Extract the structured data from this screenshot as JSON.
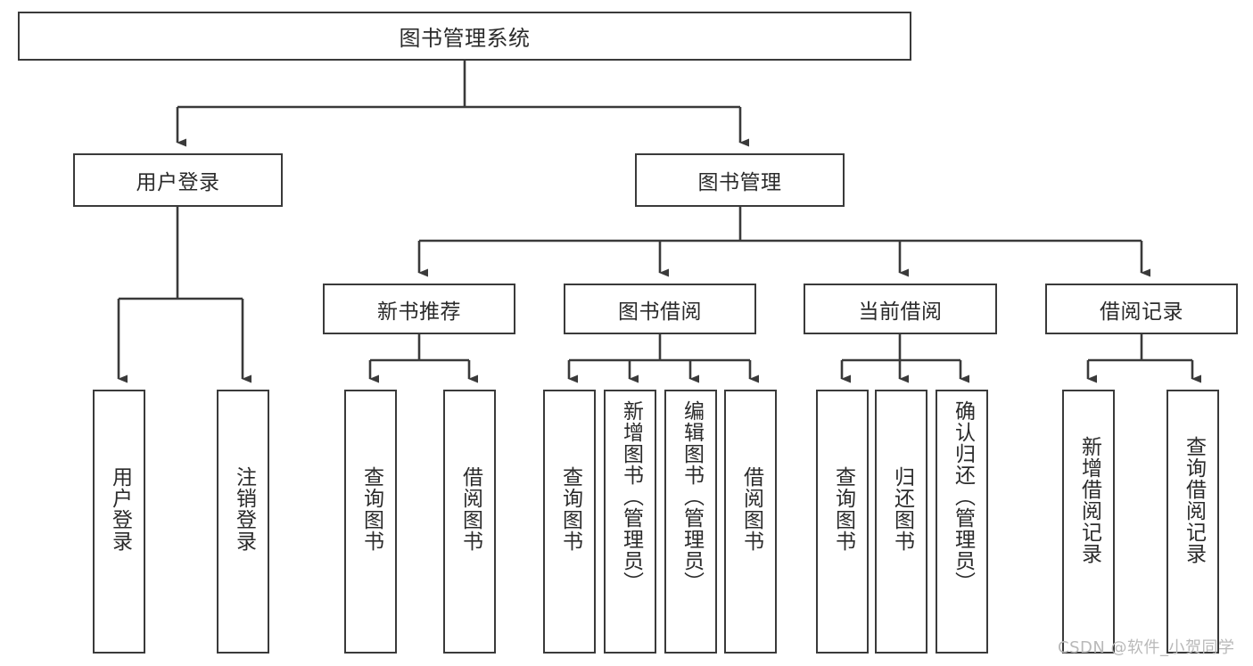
{
  "diagram": {
    "type": "tree-hierarchy-diagram",
    "title": "图书管理系统",
    "orientation": "top-down",
    "colors": {
      "box_border": "#3a3a3a",
      "box_fill": "#ffffff",
      "connector": "#3a3a3a",
      "text": "#2b2b2b",
      "watermark": "#b9b9b9",
      "background": "#ffffff"
    },
    "root": {
      "label": "图书管理系统"
    },
    "level2": [
      {
        "id": "user-login",
        "label": "用户登录"
      },
      {
        "id": "book-management",
        "label": "图书管理"
      }
    ],
    "level3": [
      {
        "id": "new-book-recommend",
        "label": "新书推荐"
      },
      {
        "id": "book-borrow",
        "label": "图书借阅"
      },
      {
        "id": "current-borrow",
        "label": "当前借阅"
      },
      {
        "id": "borrow-record",
        "label": "借阅记录"
      }
    ],
    "leaves": {
      "user_login": [
        {
          "id": "leaf-user-login",
          "label": "用户登录"
        },
        {
          "id": "leaf-logout-login",
          "label": "注销登录"
        }
      ],
      "new_book_recommend": [
        {
          "id": "leaf-query-book-1",
          "label": "查询图书"
        },
        {
          "id": "leaf-borrow-book-1",
          "label": "借阅图书"
        }
      ],
      "book_borrow": [
        {
          "id": "leaf-query-book-2",
          "label": "查询图书"
        },
        {
          "id": "leaf-add-book",
          "label": "新增图书（管理员）"
        },
        {
          "id": "leaf-edit-book",
          "label": "编辑图书（管理员）"
        },
        {
          "id": "leaf-borrow-book-2",
          "label": "借阅图书"
        }
      ],
      "current_borrow": [
        {
          "id": "leaf-query-book-3",
          "label": "查询图书"
        },
        {
          "id": "leaf-return-book",
          "label": "归还图书"
        },
        {
          "id": "leaf-confirm-return",
          "label": "确认归还（管理员）"
        }
      ],
      "borrow_record": [
        {
          "id": "leaf-add-borrow-record",
          "label": "新增借阅记录"
        },
        {
          "id": "leaf-query-borrow-record",
          "label": "查询借阅记录"
        }
      ]
    }
  },
  "watermark": {
    "text": "CSDN @软件_小贺同学"
  }
}
